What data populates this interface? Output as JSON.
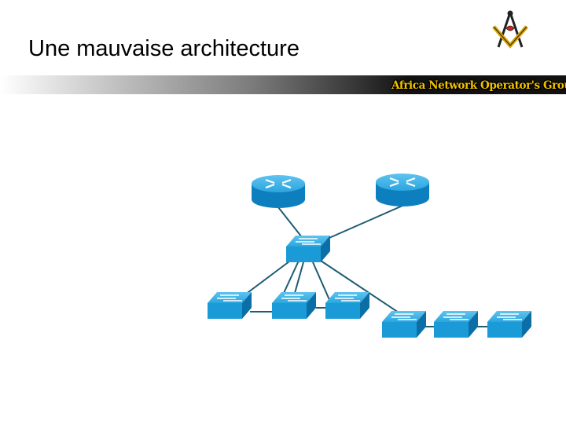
{
  "slide": {
    "title": "Une mauvaise architecture"
  },
  "branding": {
    "banner_text": "Africa Network Operator's Group",
    "emblem_icon": "square-and-compass-icon",
    "banner_color": "#f2c200"
  },
  "network": {
    "device_color": "#1a9ad6",
    "link_color": "#1d5c73",
    "routers": 2,
    "switches": 7
  }
}
